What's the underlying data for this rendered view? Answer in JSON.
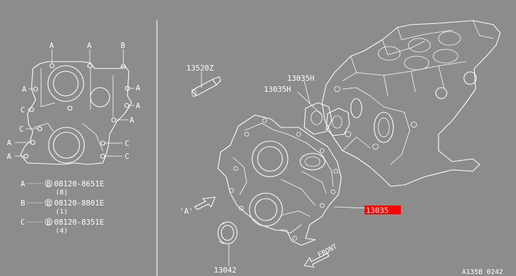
{
  "diagram": {
    "callouts": {
      "a": "A",
      "b": "B",
      "c": "C"
    },
    "legend": [
      {
        "key": "A",
        "part": "08120-8651E",
        "qty": "(8)"
      },
      {
        "key": "B",
        "part": "08120-8801E",
        "qty": "(1)"
      },
      {
        "key": "C",
        "part": "08120-8351E",
        "qty": "(4)"
      }
    ],
    "bolt_symbol": "B",
    "parts": {
      "p13520z": "13520Z",
      "p13035h_1": "13035H",
      "p13035h_2": "13035H",
      "p13035": "13035",
      "p13042": "13042"
    },
    "view_label": "'A'",
    "front_label": "FRONT",
    "ref_code": "A135B 0242",
    "colors": {
      "background": "#8c8c8c",
      "line": "#ffffff",
      "highlight": "#ff0000"
    }
  }
}
